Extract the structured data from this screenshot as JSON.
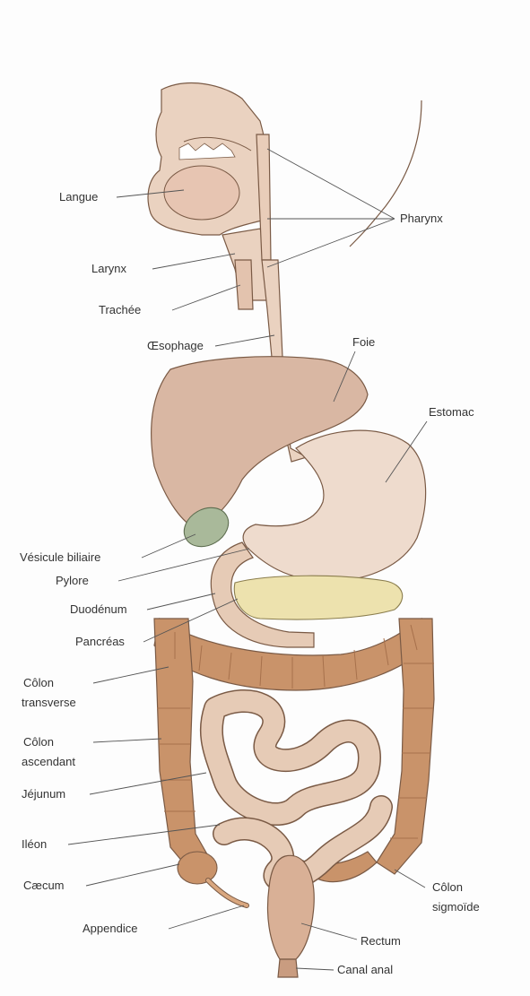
{
  "labels": {
    "langue": "Langue",
    "pharynx": "Pharynx",
    "larynx": "Larynx",
    "trachee": "Trachée",
    "oesophage": "Œsophage",
    "foie": "Foie",
    "estomac": "Estomac",
    "vesicule": "Vésicule biliaire",
    "pylore": "Pylore",
    "duodenum": "Duodénum",
    "pancreas": "Pancréas",
    "colon_transverse_1": "Côlon",
    "colon_transverse_2": "transverse",
    "colon_ascendant_1": "Côlon",
    "colon_ascendant_2": "ascendant",
    "jejunum": "Jéjunum",
    "ileon": "Iléon",
    "caecum": "Cæcum",
    "appendice": "Appendice",
    "colon_sigmoide_1": "Côlon",
    "colon_sigmoide_2": "sigmoïde",
    "rectum": "Rectum",
    "canal_anal": "Canal anal"
  },
  "colors": {
    "background": "#fdfdfd",
    "tissue": "#ead2c0",
    "liver": "#d9b7a3",
    "stomach": "#eedbcd",
    "colon": "#c9936a",
    "colon_dark": "#a7714c",
    "small_intestine": "#e6cbb6",
    "gallbladder": "#a9b99a",
    "pancreas": "#ede2ae",
    "outline": "#7a5a45"
  }
}
